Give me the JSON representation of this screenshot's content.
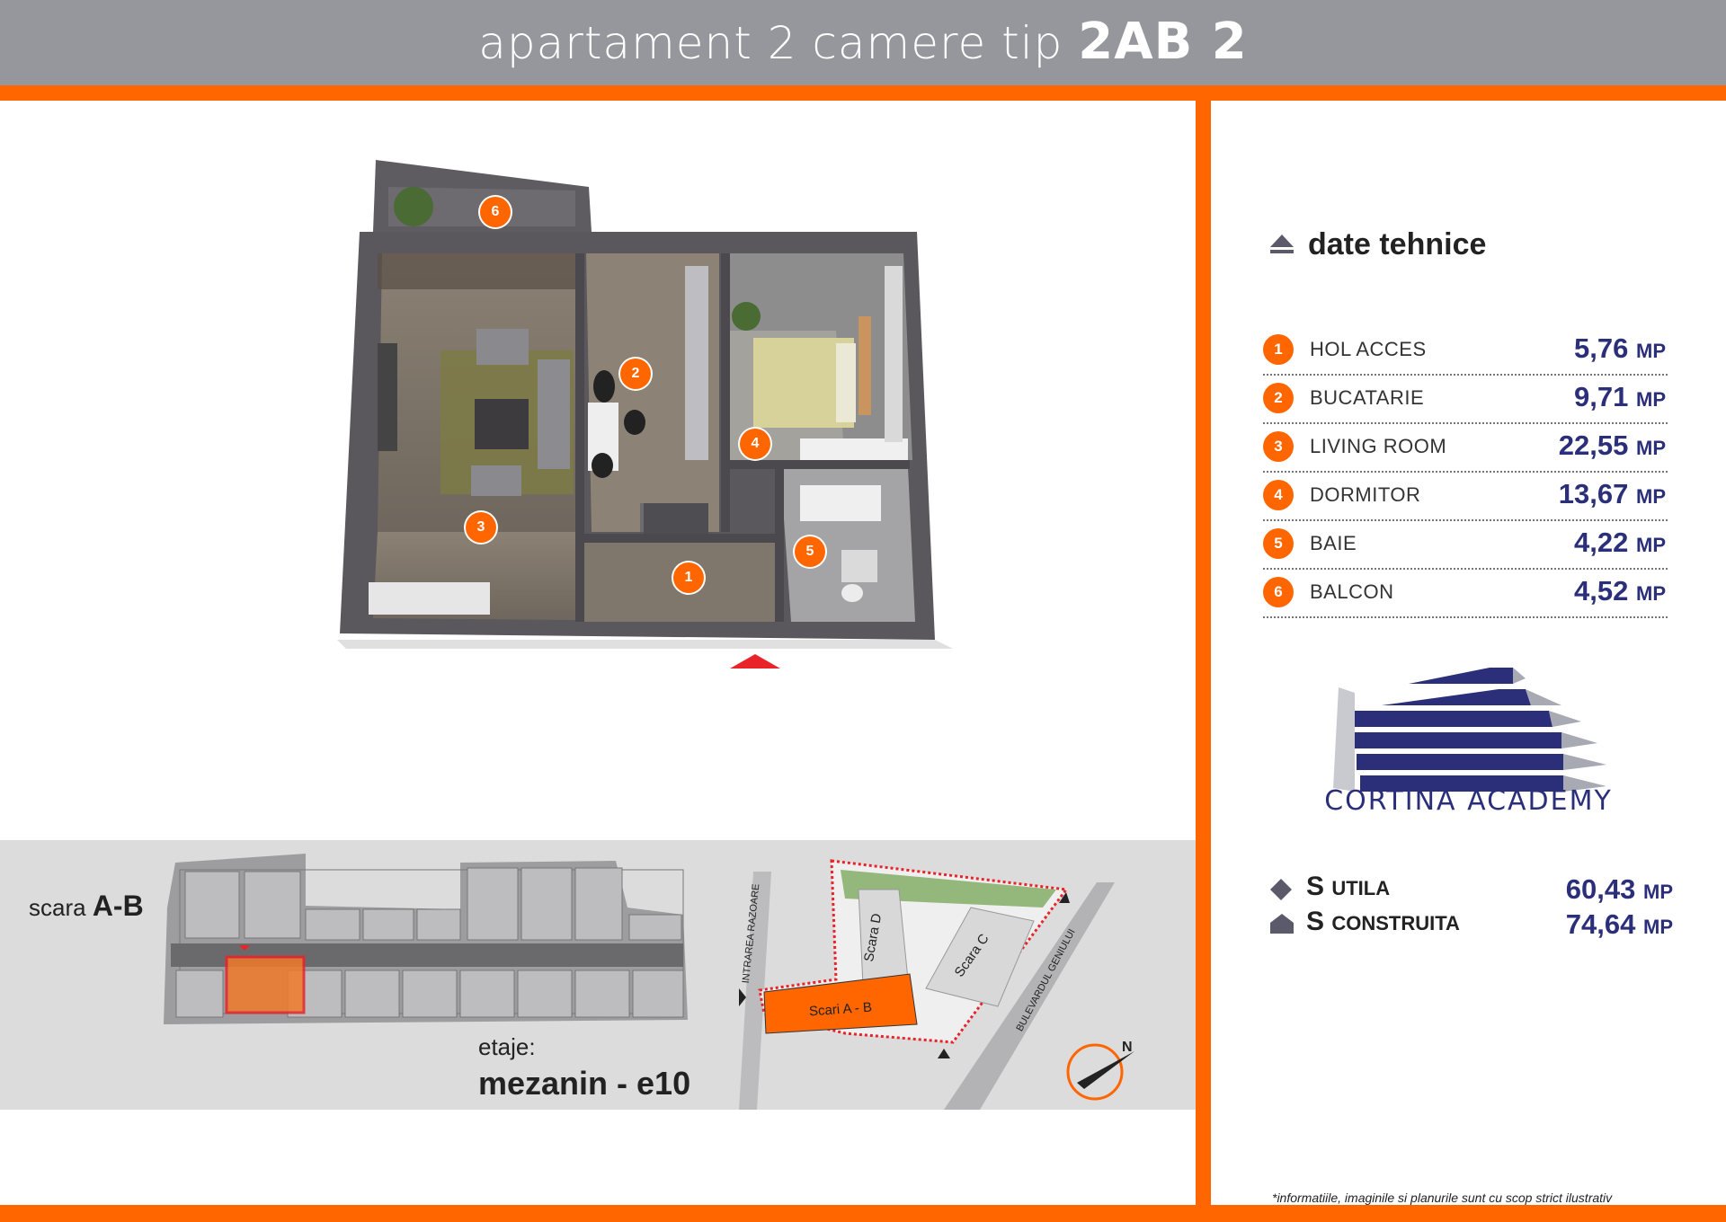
{
  "header": {
    "title_prefix": "apartament 2 camere tip",
    "title_type": "2AB 2"
  },
  "plan": {
    "markers": [
      {
        "num": "6"
      },
      {
        "num": "2"
      },
      {
        "num": "4"
      },
      {
        "num": "3"
      },
      {
        "num": "5"
      },
      {
        "num": "1"
      }
    ]
  },
  "tech": {
    "heading": "date tehnice",
    "rooms": [
      {
        "num": "1",
        "name": "HOL ACCES",
        "value": "5,76",
        "unit": "MP"
      },
      {
        "num": "2",
        "name": "BUCATARIE",
        "value": "9,71",
        "unit": "MP"
      },
      {
        "num": "3",
        "name": "LIVING ROOM",
        "value": "22,55",
        "unit": "MP"
      },
      {
        "num": "4",
        "name": "DORMITOR",
        "value": "13,67",
        "unit": "MP"
      },
      {
        "num": "5",
        "name": "BAIE",
        "value": "4,22",
        "unit": "MP"
      },
      {
        "num": "6",
        "name": "BALCON",
        "value": "4,52",
        "unit": "MP"
      }
    ],
    "logo_text": "CORTINA ACADEMY",
    "s_utila": {
      "s": "S",
      "label": "UTILA",
      "value": "60,43",
      "unit": "MP"
    },
    "s_construita": {
      "s": "S",
      "label": "CONSTRUITA",
      "value": "74,64",
      "unit": "MP"
    },
    "disclaimer": "*informatiile, imaginile si planurile sunt cu scop strict ilustrativ"
  },
  "location": {
    "scara_prefix": "scara",
    "scara_value": "A-B",
    "etaje_label": "etaje:",
    "etaje_value": "mezanin - e10",
    "site": {
      "scara_ab": "Scari  A - B",
      "scara_c": "Scara  C",
      "scara_d": "Scara  D",
      "street_1": "INTRAREA RAZOARE",
      "street_2": "BULEVARDUL GENIULUI",
      "north": "N"
    }
  },
  "colors": {
    "accent": "#ff6600",
    "header_gray": "#96979c",
    "value_blue": "#2b2f7a"
  }
}
